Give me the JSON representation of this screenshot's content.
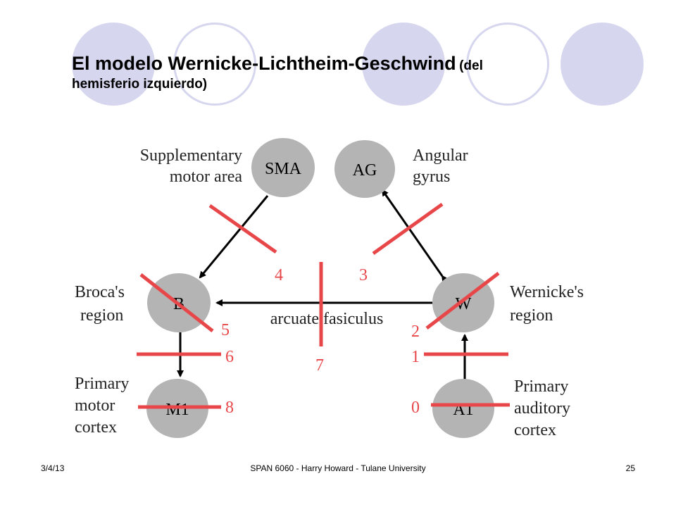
{
  "slide": {
    "title": "El modelo Wernicke-Lichtheim-Geschwind",
    "title_suffix_line1": "(del",
    "title_suffix_line2": "hemisferio izquierdo)"
  },
  "diagram": {
    "nodes": {
      "sma": "SMA",
      "ag": "AG",
      "b": "B",
      "w": "W",
      "m1": "M1",
      "a1": "A1"
    },
    "labels": {
      "sma_line1": "Supplementary",
      "sma_line2": "motor area",
      "ag_line1": "Angular",
      "ag_line2": "gyrus",
      "broca_line1": "Broca's",
      "broca_line2": "region",
      "wernicke_line1": "Wernicke's",
      "wernicke_line2": "region",
      "m1_line1": "Primary",
      "m1_line2": "motor",
      "m1_line3": "cortex",
      "a1_line1": "Primary",
      "a1_line2": "auditory",
      "a1_line3": "cortex",
      "arcuate": "arcuate fasiculus"
    },
    "lesions": [
      "0",
      "1",
      "2",
      "3",
      "4",
      "5",
      "6",
      "7",
      "8"
    ],
    "colors": {
      "node_fill": "#b4b4b4",
      "lesion": "#e8474a",
      "arrow": "#000000",
      "deco": "#d6d6ef"
    }
  },
  "footer": {
    "date": "3/4/13",
    "course": "SPAN 6060 - Harry Howard - Tulane University",
    "page": "25"
  }
}
